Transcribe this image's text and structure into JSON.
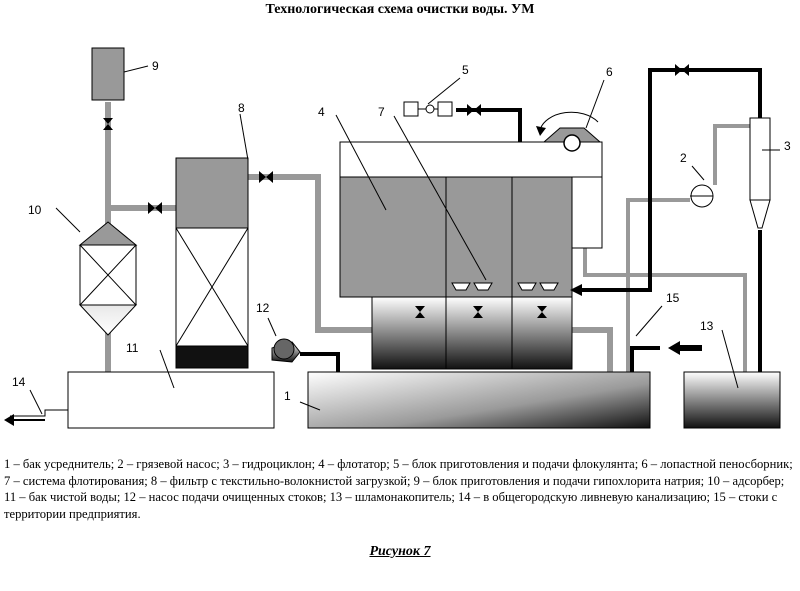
{
  "title": "Технологическая схема очистки воды. УМ",
  "labels": {
    "n1": "1",
    "n2": "2",
    "n3": "3",
    "n4": "4",
    "n5": "5",
    "n6": "6",
    "n7": "7",
    "n8": "8",
    "n9": "9",
    "n10": "10",
    "n11": "11",
    "n12": "12",
    "n13": "13",
    "n14": "14",
    "n15": "15"
  },
  "legend": "1 – бак усреднитель; 2 – грязевой насос; 3 – гидроциклон; 4 – флотатор; 5 – блок приготовления и подачи флокулянта; 6 – лопастной пеносборник; 7 – система флотирования; 8 – фильтр с текстильно-волокнистой загрузкой; 9 – блок приготовления и подачи гипохлорита натрия; 10 – адсорбер; 11 – бак чистой воды; 12 – насос подачи очищенных стоков; 13 – шламонакопитель; 14 – в общегородскую ливневую канализацию; 15 – стоки с территории предприятия.",
  "caption": "Рисунок 7"
}
